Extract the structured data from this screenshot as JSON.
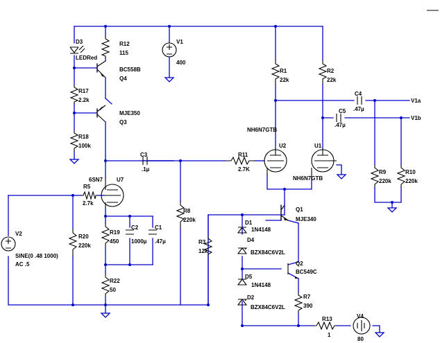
{
  "components": {
    "D3": {
      "ref": "D3",
      "value": "LEDRed"
    },
    "R12": {
      "ref": "R12",
      "value": "115"
    },
    "Q4": {
      "part": "BC558B",
      "ref": "Q4"
    },
    "R17": {
      "ref": "R17",
      "value": "2.2k"
    },
    "Q3": {
      "part": "MJE350",
      "ref": "Q3"
    },
    "R18": {
      "ref": "R18",
      "value": "100k"
    },
    "V1": {
      "ref": "V1",
      "value": "400"
    },
    "R1": {
      "ref": "R1",
      "value": "22k"
    },
    "R2": {
      "ref": "R2",
      "value": "22k"
    },
    "C4": {
      "ref": "C4",
      "value": ".47µ"
    },
    "C5": {
      "ref": "C5",
      "value": ".47µ"
    },
    "U2": {
      "part": "NH6N7GTB",
      "ref": "U2"
    },
    "U1": {
      "part": "NH6N7GTB",
      "ref": "U1"
    },
    "C3": {
      "ref": "C3",
      "value": ".1µ"
    },
    "R11": {
      "ref": "R11",
      "value": "2.7K"
    },
    "U7": {
      "part": "6SN7",
      "ref": "U7"
    },
    "R5": {
      "ref": "R5",
      "value": "2.7k"
    },
    "R9": {
      "ref": "R9",
      "value": "220k"
    },
    "R10": {
      "ref": "R10",
      "value": "220k"
    },
    "R8": {
      "ref": "R8",
      "value": "220k"
    },
    "V2": {
      "ref": "V2",
      "value": "SINE(0 .48 1000)",
      "value2": "AC .5"
    },
    "R20": {
      "ref": "R20",
      "value": "220k"
    },
    "R19": {
      "ref": "R19",
      "value": "450"
    },
    "C2": {
      "ref": "C2",
      "value": "1000µ"
    },
    "C1": {
      "ref": "C1",
      "value": ".47µ"
    },
    "R22": {
      "ref": "R22",
      "value": "50"
    },
    "R3": {
      "ref": "R3",
      "value": "12k"
    },
    "D1": {
      "ref": "D1",
      "value": "1N4148"
    },
    "D4": {
      "ref": "D4",
      "value": "BZX84C6V2L"
    },
    "Q1": {
      "part": "MJE340",
      "ref": "Q1"
    },
    "Q2": {
      "part": "BC549C",
      "ref": "Q2"
    },
    "D5": {
      "ref": "D5",
      "value": "1N4148"
    },
    "D2": {
      "ref": "D2",
      "value": "BZX84C6V2L"
    },
    "R7": {
      "ref": "R7",
      "value": "390"
    },
    "R13": {
      "ref": "R13",
      "value": "1"
    },
    "V4": {
      "ref": "V4",
      "value": "80"
    }
  },
  "nets": {
    "v1a": "V1a",
    "v1b": "V1b"
  }
}
